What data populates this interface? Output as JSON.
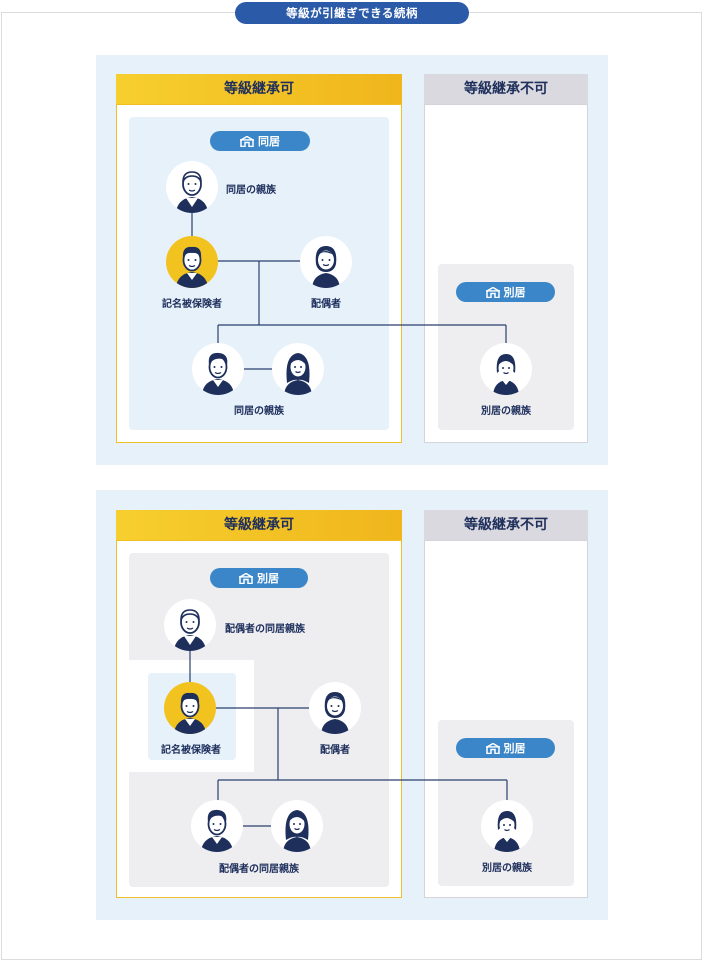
{
  "title": "等級が引継ぎできる続柄",
  "colors": {
    "accent": "#f2c21e",
    "navy": "#1e2f5c",
    "pill": "#3a86c8",
    "title_pill": "#2a5aa8"
  },
  "diagram1": {
    "inherit_ok": "等級継承可",
    "inherit_ng": "等級継承不可",
    "zone_ok_label": "同居",
    "zone_ng_label": "別居",
    "relatives_top": "同居の親族",
    "insured": "記名被保険者",
    "spouse": "配偶者",
    "relatives_bottom": "同居の親族",
    "relatives_separate": "別居の親族"
  },
  "diagram2": {
    "inherit_ok": "等級継承可",
    "inherit_ng": "等級継承不可",
    "zone_ok_label": "別居",
    "zone_ng_label": "別居",
    "relatives_top": "配偶者の同居親族",
    "insured": "記名被保険者",
    "spouse": "配偶者",
    "relatives_bottom": "配偶者の同居親族",
    "relatives_separate": "別居の親族"
  },
  "icons": [
    "house-icon",
    "elderly-man-icon",
    "man-icon",
    "woman-icon",
    "long-hair-woman-icon",
    "girl-icon"
  ]
}
